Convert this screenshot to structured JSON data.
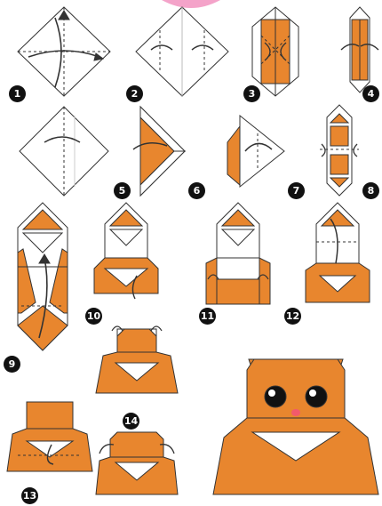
{
  "title": "Origami hamster / bear face diagram",
  "steps": [
    {
      "label": "1"
    },
    {
      "label": "2"
    },
    {
      "label": "3"
    },
    {
      "label": "4"
    },
    {
      "label": "5"
    },
    {
      "label": "6"
    },
    {
      "label": "7"
    },
    {
      "label": "8"
    },
    {
      "label": "9"
    },
    {
      "label": "10"
    },
    {
      "label": "11"
    },
    {
      "label": "12"
    },
    {
      "label": "13"
    },
    {
      "label": "14"
    }
  ],
  "colors": {
    "paper_color": "#E8862E",
    "paper_white": "#ffffff",
    "outline": "#333333",
    "badge": "#111111",
    "nose": "#F25A6B",
    "ribbon": "#F4A3C9"
  }
}
